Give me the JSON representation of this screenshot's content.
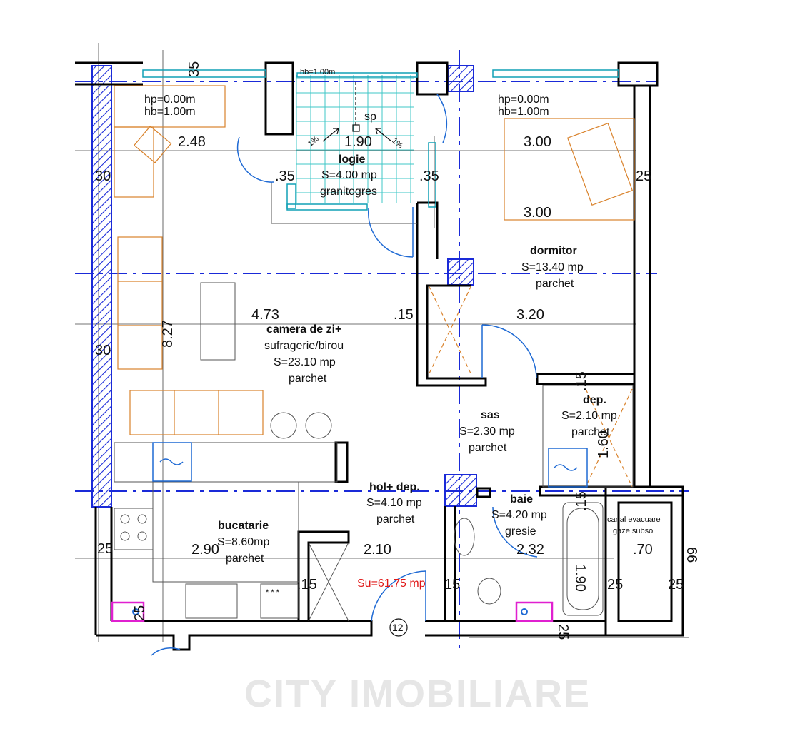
{
  "rooms": {
    "logie": {
      "name": "logie",
      "area": "S=4.00 mp",
      "floor": "granitogres"
    },
    "camera": {
      "name": "camera de zi+",
      "sub": "sufragerie/birou",
      "area": "S=23.10 mp",
      "floor": "parchet"
    },
    "dormitor": {
      "name": "dormitor",
      "area": "S=13.40 mp",
      "floor": "parchet"
    },
    "dep": {
      "name": "dep.",
      "area": "S=2.10 mp",
      "floor": "parchet"
    },
    "sas": {
      "name": "sas",
      "area": "S=2.30 mp",
      "floor": "parchet"
    },
    "hol": {
      "name": "hol+ dep.",
      "area": "S=4.10 mp",
      "floor": "parchet"
    },
    "baie": {
      "name": "baie",
      "area": "S=4.20 mp",
      "floor": "gresie"
    },
    "bucatarie": {
      "name": "bucatarie",
      "area": "S=8.60mp",
      "floor": "parchet"
    }
  },
  "notes": {
    "hp_left": "hp=0.00m",
    "hb_left": "hb=1.00m",
    "hp_right": "hp=0.00m",
    "hb_right": "hb=1.00m",
    "hb_top": "hb=1.00m",
    "sp": "sp",
    "slope_left": "1%",
    "slope_right": "1%",
    "canal_line1": "canal evacuare",
    "canal_line2": "gaze subsol",
    "su": "Su=61.75 mp",
    "unit": "12",
    "stove_dots": "* * *"
  },
  "dimensions": {
    "d_35_top": "35",
    "d_248": "2.48",
    "d_190": "1.90",
    "d_35_l": ".35",
    "d_35_r": ".35",
    "d_300_a": "3.00",
    "d_300_b": "3.00",
    "d_25_right": "25",
    "d_30_a": "30",
    "d_30_b": "30",
    "d_473": "4.73",
    "d_15_mid": ".15",
    "d_320": "3.20",
    "d_827": "8.27",
    "d_15_dep": ".15",
    "d_160": "1.60",
    "d_15_baie": ".15",
    "d_25_left": "25",
    "d_290": "2.90",
    "d_210": "2.10",
    "d_232": "2.32",
    "d_190_v": "1.90",
    "d_70": ".70",
    "d_15_a": ".15",
    "d_15_b": "15",
    "d_25_a": "25",
    "d_25_b": "25",
    "d_25_bottom_l": "25",
    "d_25_bottom_r": "25",
    "d_66": "66"
  },
  "watermark": "CITY IMOBILIARE",
  "colors": {
    "wall": "#000000",
    "axis": "#1a2ad8",
    "furniture": "#d9822b",
    "window": "#11a0b5",
    "tile": "#3fc7c7",
    "door": "#1f6ad4",
    "highlight": "#e020d0",
    "su": "#e01818",
    "watermark": "#e6e6e6"
  }
}
